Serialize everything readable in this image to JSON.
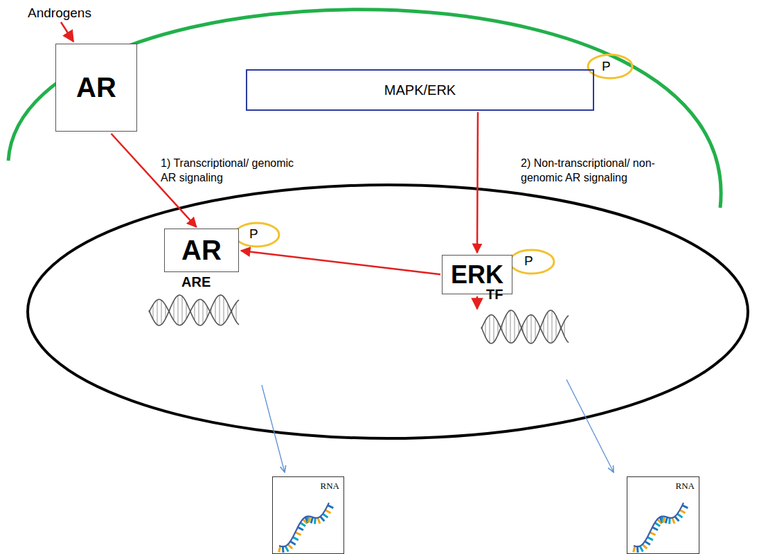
{
  "diagram": {
    "nodes": [
      {
        "text": [
          "AR"
        ]
      },
      {
        "text": [
          "MAPK/ERK"
        ]
      },
      {
        "text": [
          "AR"
        ]
      },
      {
        "text": [
          "ERK"
        ]
      },
      {
        "text": [
          "RNA"
        ]
      },
      {
        "text": [
          "RNA"
        ]
      }
    ],
    "edges": [
      {
        "from": 0,
        "to": 2,
        "arrow": "to"
      },
      {
        "from": 1,
        "to": 3,
        "arrow": "to"
      },
      {
        "from": 3,
        "to": 2,
        "arrow": "to"
      }
    ],
    "labels": [
      "Androgens",
      "P",
      "1) Transcriptional/ genomic AR signaling",
      "2) Non-transcriptional/ non-genomic AR signaling",
      "P",
      "P",
      "ARE",
      "TF"
    ]
  }
}
